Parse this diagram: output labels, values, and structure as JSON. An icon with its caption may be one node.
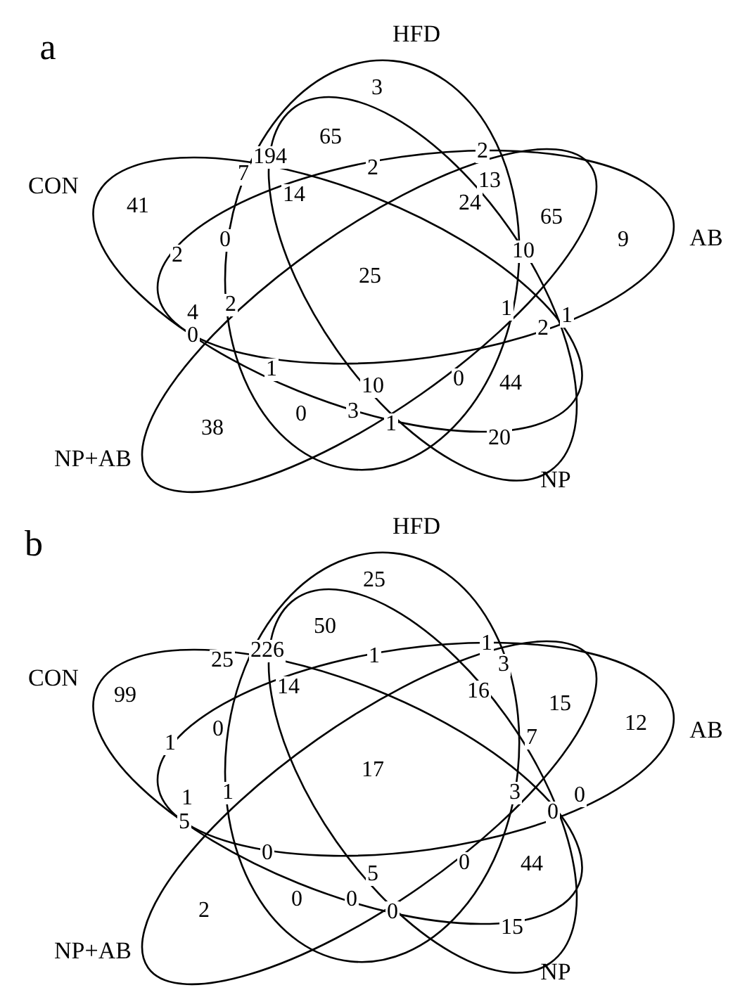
{
  "diagram": {
    "nodes": [
      {
        "text": [
          "HFD"
        ]
      },
      {
        "text": [
          "CON"
        ]
      },
      {
        "text": [
          "AB"
        ]
      },
      {
        "text": [
          "NP+AB"
        ]
      },
      {
        "text": [
          "NP"
        ]
      },
      {
        "text": [
          "HFD"
        ]
      },
      {
        "text": [
          "CON"
        ]
      },
      {
        "text": [
          "AB"
        ]
      },
      {
        "text": [
          "NP+AB"
        ]
      },
      {
        "text": [
          "NP"
        ]
      }
    ],
    "labels": [
      "a",
      "3",
      "65",
      "7",
      "194",
      "2",
      "2",
      "13",
      "41",
      "14",
      "24",
      "65",
      "2",
      "0",
      "10",
      "9",
      "25",
      "4",
      "0",
      "2",
      "1",
      "2",
      "1",
      "1",
      "10",
      "0",
      "44",
      "38",
      "0",
      "3",
      "1",
      "20",
      "b",
      "25",
      "50",
      "25",
      "226",
      "1",
      "1",
      "3",
      "99",
      "14",
      "16",
      "15",
      "1",
      "0",
      "7",
      "12",
      "17",
      "1",
      "5",
      "1",
      "3",
      "0",
      "0",
      "0",
      "5",
      "0",
      "44",
      "2",
      "0",
      "0",
      "0",
      "15"
    ]
  }
}
